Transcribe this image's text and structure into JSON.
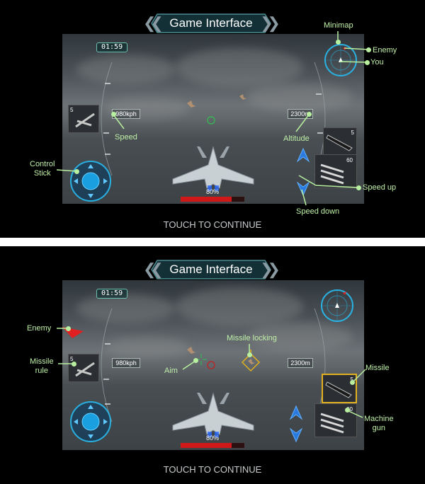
{
  "banner_title": "Game Interface",
  "footer_text": "TOUCH TO CONTINUE",
  "hud": {
    "timer": "01:59",
    "speed": "980kph",
    "altitude": "2300m",
    "health_percent_label": "80%",
    "health_fraction": 0.8,
    "missile_count": "5",
    "gun_count": "60"
  },
  "panel1_labels": {
    "minimap": "Minimap",
    "enemy": "Enemy",
    "you": "You",
    "speed": "Speed",
    "altitude": "Altitude",
    "control_stick_line1": "Control",
    "control_stick_line2": "Stick",
    "speed_up": "Speed up",
    "speed_down": "Speed down"
  },
  "panel2_labels": {
    "enemy": "Enemy",
    "missile_rule_line1": "Missile",
    "missile_rule_line2": "rule",
    "aim": "Aim",
    "missile_locking": "Missile locking",
    "missile": "Missile",
    "machine_gun_line1": "Machine",
    "machine_gun_line2": "gun"
  },
  "colors": {
    "annotation": "#bff0a8",
    "hud_cyan": "#2ab0e0",
    "enemy_red": "#e02020",
    "lock_yellow": "#e0b020"
  }
}
